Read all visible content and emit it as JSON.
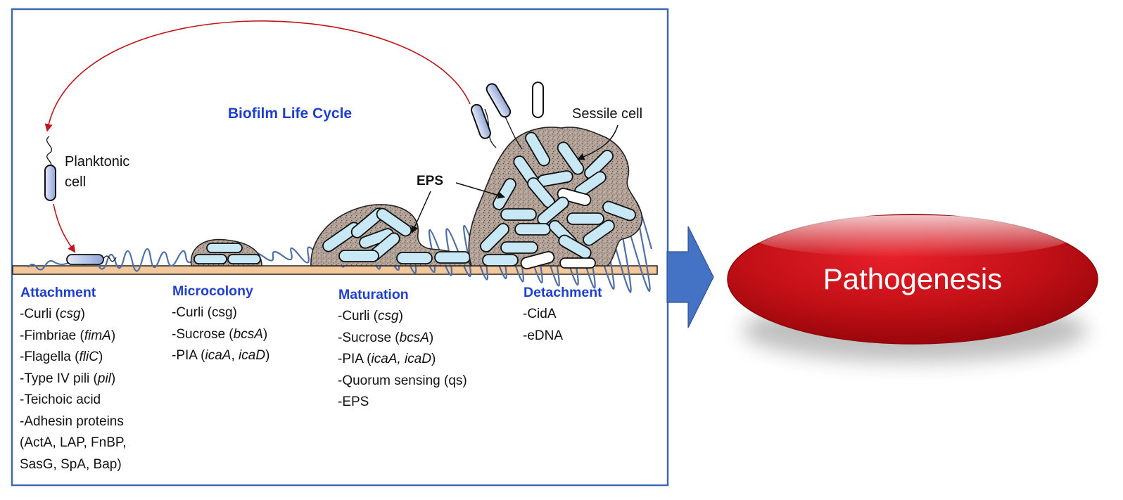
{
  "diagram": {
    "title": "Biofilm Life Cycle",
    "labels": {
      "planktonic": [
        "Planktonic",
        "cell"
      ],
      "sessile": "Sessile cell",
      "eps": "EPS"
    },
    "stages": [
      {
        "id": "attachment",
        "title": "Attachment",
        "items": [
          {
            "pre": "-Curli (",
            "it": "csg",
            "post": ")"
          },
          {
            "pre": "-Fimbriae (",
            "it": "fimA",
            "post": ")"
          },
          {
            "pre": "-Flagella (",
            "it": "fliC",
            "post": ")"
          },
          {
            "pre": "-Type IV pili (",
            "it": "pil",
            "post": ")"
          },
          {
            "pre": "-Teichoic acid",
            "it": "",
            "post": ""
          },
          {
            "pre": "-Adhesin proteins",
            "it": "",
            "post": ""
          },
          {
            "pre": "(ActA, LAP, FnBP,",
            "it": "",
            "post": ""
          },
          {
            "pre": "SasG, SpA, Bap)",
            "it": "",
            "post": ""
          }
        ]
      },
      {
        "id": "microcolony",
        "title": "Microcolony",
        "items": [
          {
            "pre": "-Curli (csg)",
            "it": "",
            "post": ""
          },
          {
            "pre": "-Sucrose (",
            "it": "bcsA",
            "post": ")"
          },
          {
            "pre": "-PIA (",
            "it": "icaA",
            "post": ", ",
            "it2": "icaD",
            "post2": ")"
          }
        ]
      },
      {
        "id": "maturation",
        "title": "Maturation",
        "items": [
          {
            "pre": "-Curli (",
            "it": "csg",
            "post": ")"
          },
          {
            "pre": "-Sucrose (",
            "it": "bcsA",
            "post": ")"
          },
          {
            "pre": "-PIA (",
            "it": "icaA, icaD",
            "post": ")"
          },
          {
            "pre": "-Quorum sensing (qs)",
            "it": "",
            "post": ""
          },
          {
            "pre": "-EPS",
            "it": "",
            "post": ""
          }
        ]
      },
      {
        "id": "detachment",
        "title": "Detachment",
        "items": [
          {
            "pre": "-CidA",
            "it": "",
            "post": ""
          },
          {
            "pre": "-eDNA",
            "it": "",
            "post": ""
          }
        ]
      }
    ]
  },
  "outcome": {
    "label": "Pathogenesis"
  },
  "colors": {
    "frame": "#3f69b0",
    "title": "#1f3fcf",
    "arrow_red": "#c0161b",
    "surface": "#f4c89a",
    "cell_fill": "#c9e8f5",
    "matrix": "#a8968a",
    "big_arrow": "#4472c4",
    "oval": "#b30d12"
  }
}
